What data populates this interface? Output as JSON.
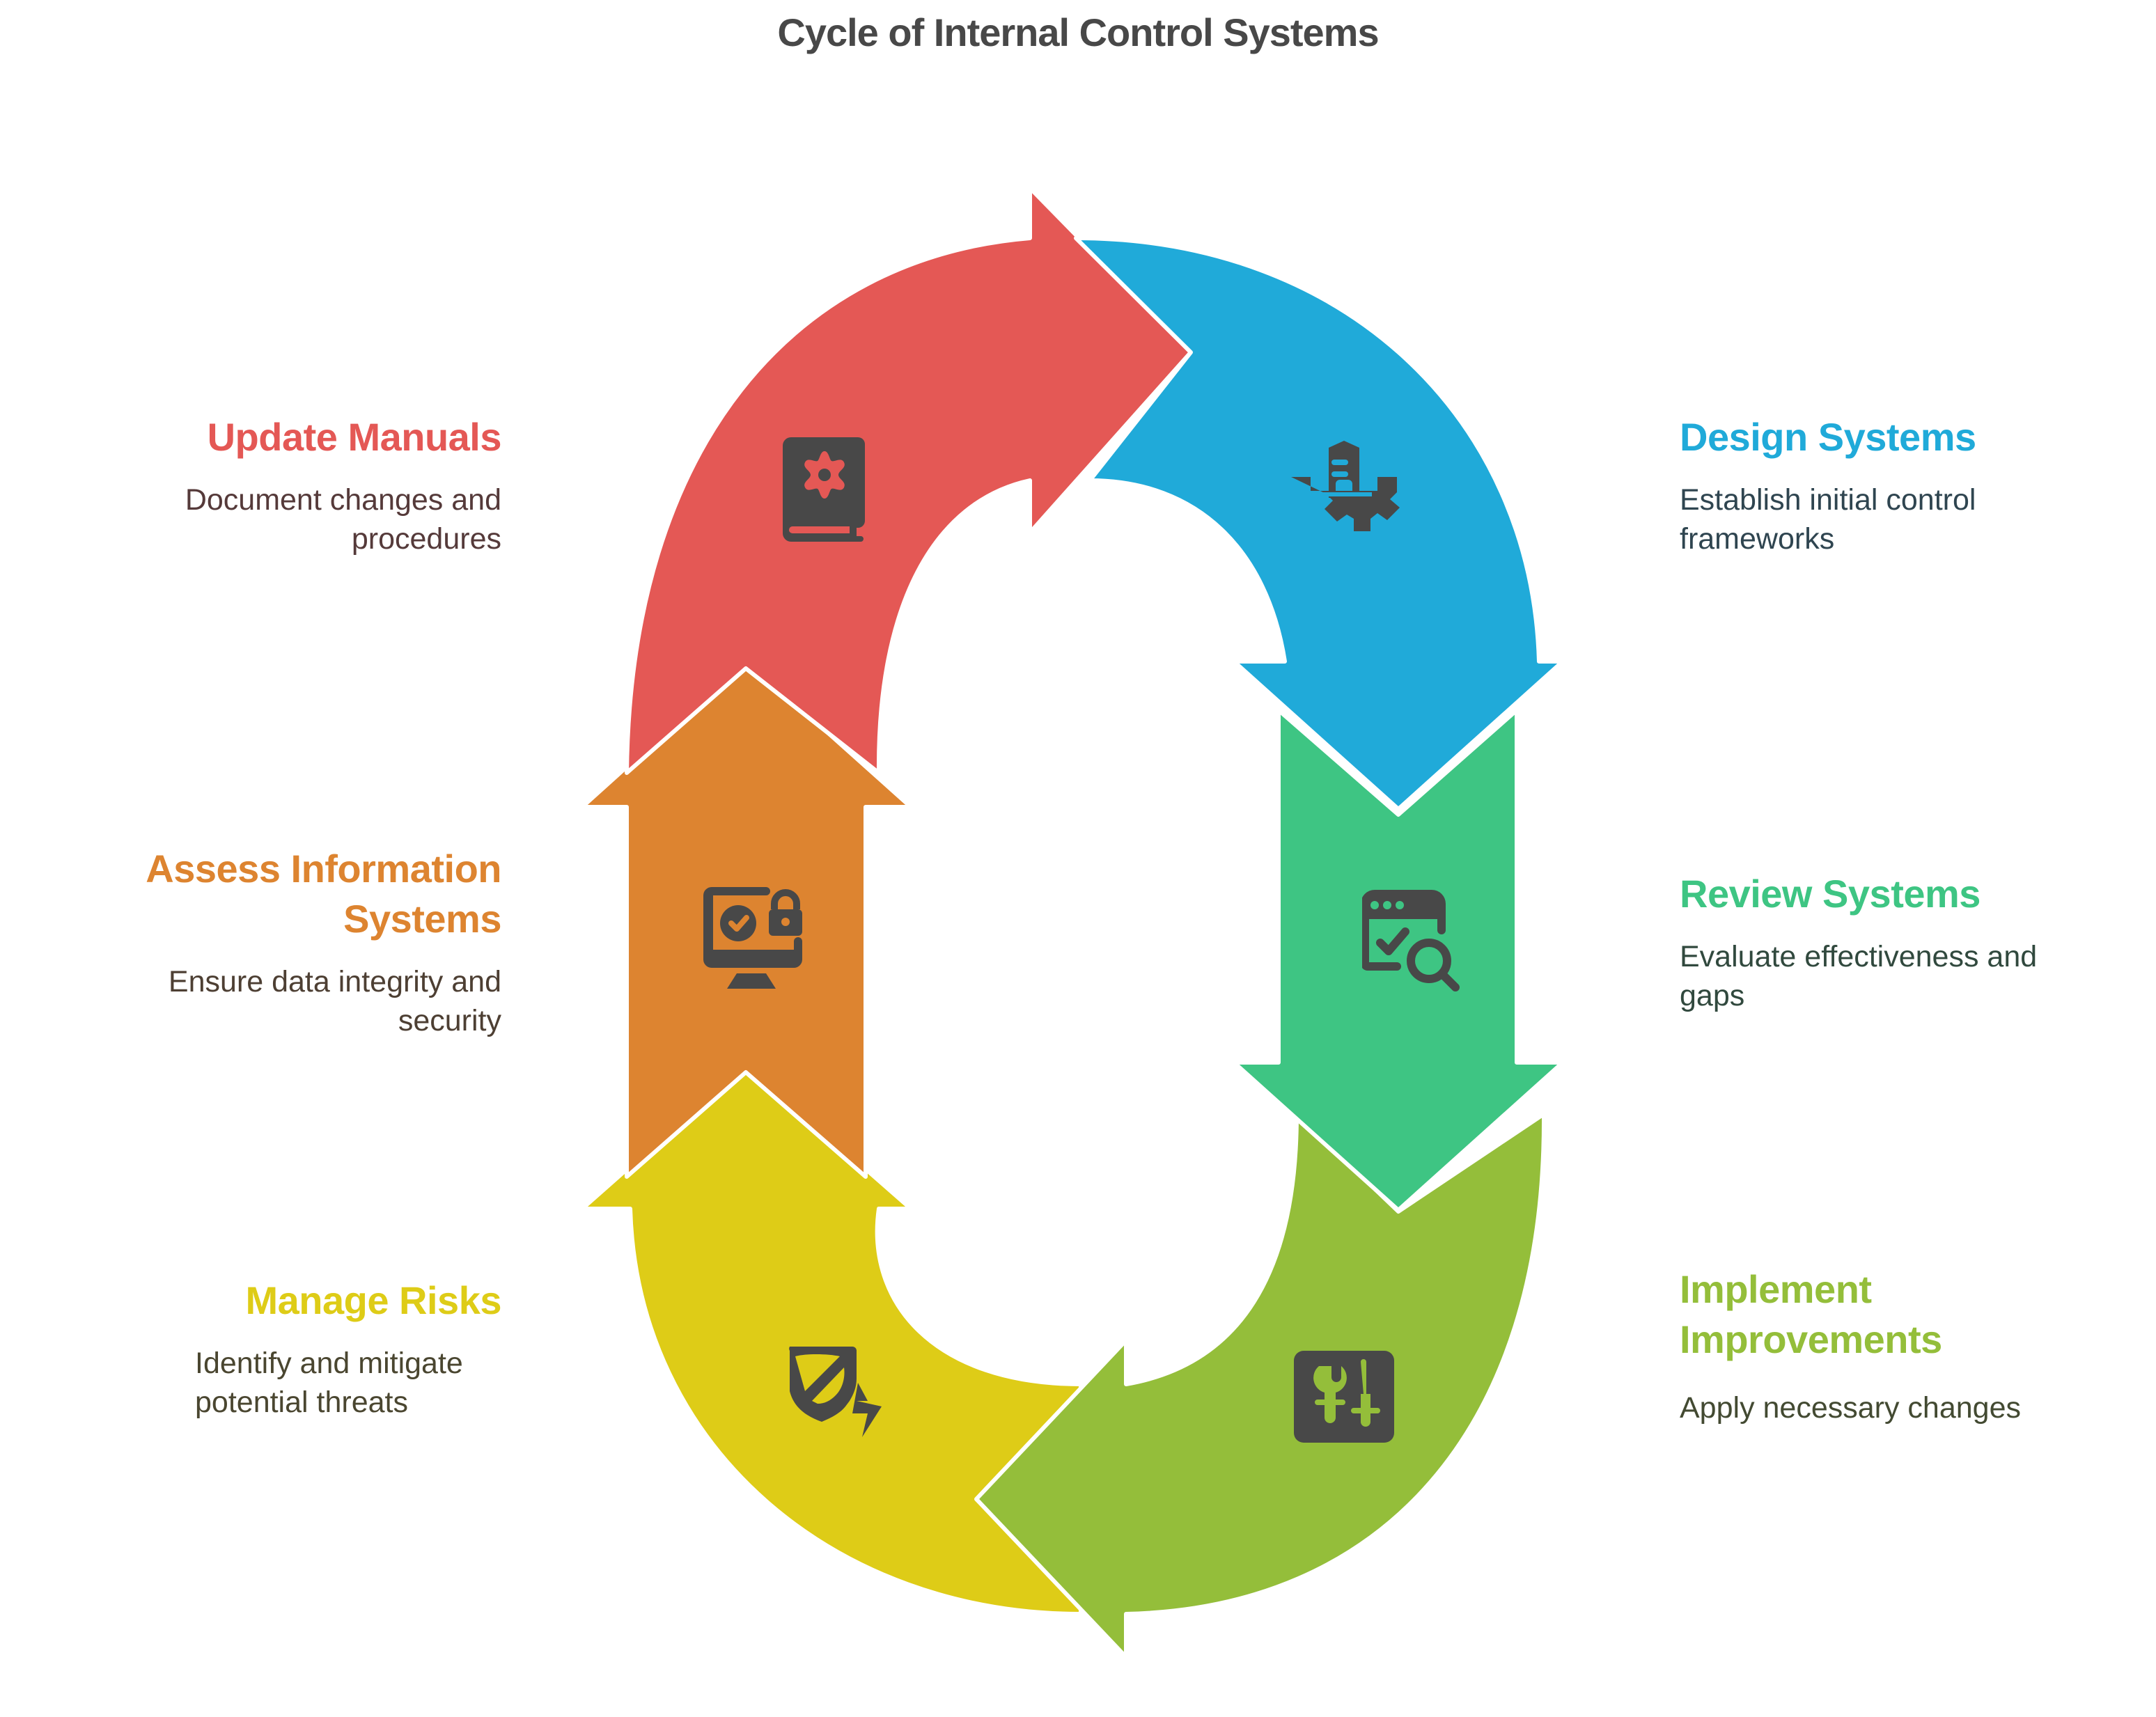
{
  "title": "Cycle of Internal Control Systems",
  "steps": [
    {
      "id": "design",
      "title": "Design Systems",
      "description": "Establish initial control frameworks",
      "color": "#20AAD9",
      "text_color": "#2F4550",
      "icon": "building-gear-icon",
      "side": "right"
    },
    {
      "id": "review",
      "title": "Review Systems",
      "description": "Evaluate effectiveness and gaps",
      "color": "#3EC583",
      "text_color": "#31493E",
      "icon": "browser-check-search-icon",
      "side": "right"
    },
    {
      "id": "implement",
      "title": "Implement Improvements",
      "description": "Apply necessary changes",
      "color": "#94BE3A",
      "text_color": "#434A32",
      "icon": "tools-wrench-screwdriver-icon",
      "side": "right"
    },
    {
      "id": "risks",
      "title": "Manage Risks",
      "description": "Identify and mitigate potential threats",
      "color": "#DECC17",
      "text_color": "#4A4630",
      "icon": "shield-slash-lightning-icon",
      "side": "left"
    },
    {
      "id": "assess",
      "title": "Assess Information Systems",
      "description": "Ensure data integrity and security",
      "color": "#DD8430",
      "text_color": "#4D3F33",
      "icon": "monitor-check-lock-icon",
      "side": "left"
    },
    {
      "id": "manuals",
      "title": "Update Manuals",
      "description": "Document changes and procedures",
      "color": "#E45855",
      "text_color": "#553A3A",
      "icon": "book-gear-icon",
      "side": "left"
    }
  ],
  "icon_color": "#484848"
}
